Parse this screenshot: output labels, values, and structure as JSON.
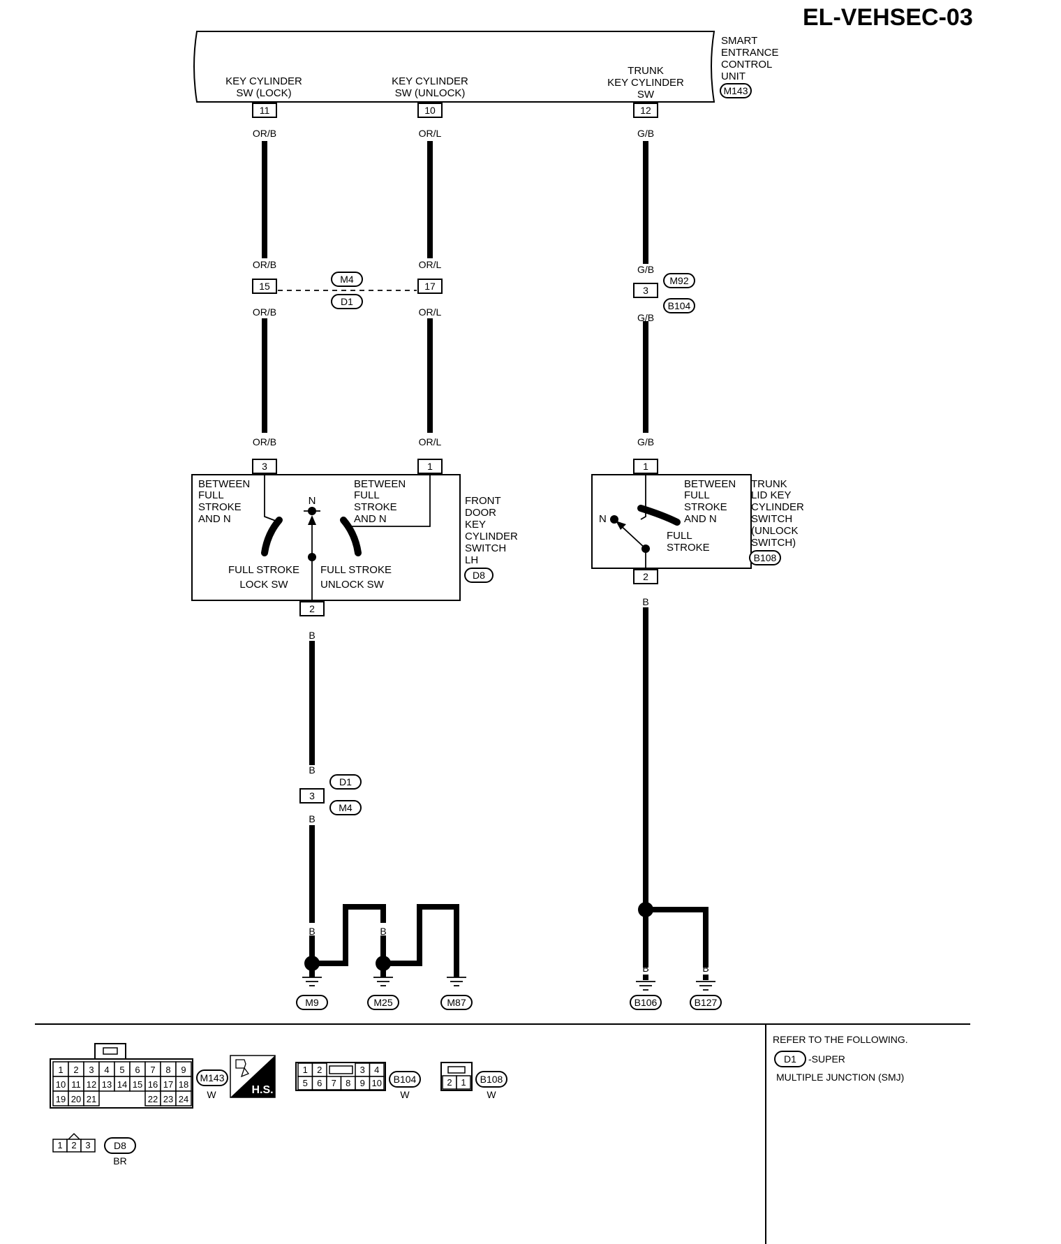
{
  "page": {
    "code": "EL-VEHSEC-03"
  },
  "control_unit": {
    "name_lines": [
      "SMART",
      "ENTRANCE",
      "CONTROL",
      "UNIT"
    ],
    "connector": "M143",
    "terminals": [
      {
        "label_lines": [
          "KEY CYLINDER",
          "SW (LOCK)"
        ],
        "pin": "11",
        "wire": "OR/B"
      },
      {
        "label_lines": [
          "KEY CYLINDER",
          "SW (UNLOCK)"
        ],
        "pin": "10",
        "wire": "OR/L"
      },
      {
        "label_lines": [
          "TRUNK",
          "KEY CYLINDER",
          "SW"
        ],
        "pin": "12",
        "wire": "G/B"
      }
    ]
  },
  "junctions": {
    "left": {
      "pin_a": "15",
      "pin_b": "17",
      "conn_top": "M4",
      "conn_bottom": "D1",
      "wire_a": "OR/B",
      "wire_b": "OR/L"
    },
    "trunk": {
      "pin": "3",
      "conn_top": "M92",
      "conn_bottom": "B104",
      "wire": "G/B"
    },
    "ground": {
      "pin": "3",
      "conn_top": "D1",
      "conn_bottom": "M4",
      "wire": "B"
    }
  },
  "front_switch": {
    "name_lines": [
      "FRONT",
      "DOOR",
      "KEY",
      "CYLINDER",
      "SWITCH",
      "LH"
    ],
    "connector": "D8",
    "pin_lock": "3",
    "pin_unlock": "1",
    "pin_ground": "2",
    "wire_lock": "OR/B",
    "wire_unlock": "OR/L",
    "left_note_lines": [
      "BETWEEN",
      "FULL",
      "STROKE",
      "AND N"
    ],
    "right_note_lines": [
      "BETWEEN",
      "FULL",
      "STROKE",
      "AND N"
    ],
    "neutral": "N",
    "lock_label_lines": [
      "FULL STROKE",
      "LOCK SW"
    ],
    "unlock_label_lines": [
      "FULL STROKE",
      "UNLOCK SW"
    ]
  },
  "trunk_switch": {
    "name_lines": [
      "TRUNK",
      "LID KEY",
      "CYLINDER",
      "SWITCH",
      "(UNLOCK",
      "SWITCH)"
    ],
    "connector": "B108",
    "pin_top": "1",
    "pin_bottom": "2",
    "wire_top": "G/B",
    "note_lines": [
      "BETWEEN",
      "FULL",
      "STROKE",
      "AND N"
    ],
    "neutral": "N",
    "full_lines": [
      "FULL",
      "STROKE"
    ]
  },
  "wire_ground": "B",
  "grounds": [
    "M9",
    "M25",
    "M87",
    "B106",
    "B127"
  ],
  "connectors_legend": {
    "m143": {
      "id": "M143",
      "color": "W",
      "rows": [
        [
          "1",
          "2",
          "3",
          "4",
          "5",
          "6",
          "7",
          "8",
          "9"
        ],
        [
          "10",
          "11",
          "12",
          "13",
          "14",
          "15",
          "16",
          "17",
          "18"
        ],
        [
          "19",
          "20",
          "21",
          "",
          "",
          "",
          "22",
          "23",
          "24"
        ]
      ]
    },
    "hs": "H.S.",
    "b104": {
      "id": "B104",
      "color": "W",
      "row1": [
        "1",
        "2",
        "",
        "3",
        "4"
      ],
      "row2": [
        "5",
        "6",
        "7",
        "8",
        "9",
        "10"
      ]
    },
    "b108": {
      "id": "B108",
      "color": "W",
      "row": [
        "2",
        "1"
      ]
    },
    "d8": {
      "id": "D8",
      "color": "BR",
      "row": [
        "1",
        "2",
        "3"
      ]
    }
  },
  "refer": {
    "line1": "REFER TO THE FOLLOWING.",
    "connector": "D1",
    "line2": "-SUPER",
    "line3": "MULTIPLE JUNCTION (SMJ)"
  }
}
